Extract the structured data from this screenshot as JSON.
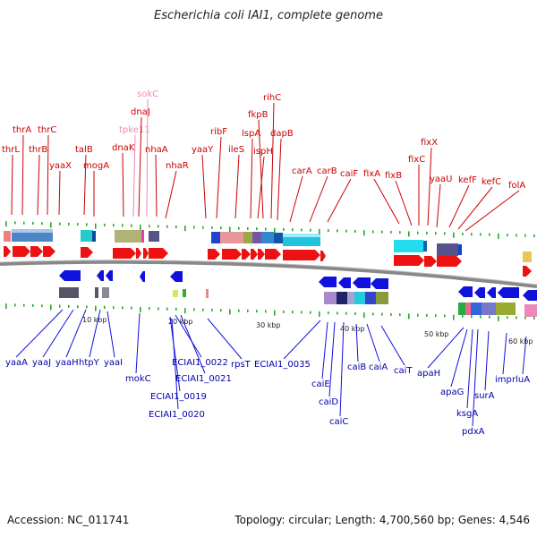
{
  "title": "Escherichia coli IAI1, complete genome",
  "footer": {
    "accession": "Accession: NC_011741",
    "topology": "Topology: circular; Length: 4,700,560 bp; Genes: 4,546"
  },
  "colors": {
    "forward_gene": "#ee1111",
    "reverse_gene": "#1111dd",
    "label_forward": "#cc0000",
    "label_reverse": "#0000aa",
    "label_rna": "#ee88bb",
    "backbone": "#666666",
    "tick": "#22aa22"
  },
  "scale_ticks": [
    "10 kbp",
    "20 kbp",
    "30 kbp",
    "40 kbp",
    "50 kbp",
    "60 kbp"
  ],
  "forward_labels": [
    "thrL",
    "thrA",
    "thrB",
    "thrC",
    "yaaX",
    "talB",
    "mogA",
    "dnaK",
    "tpke11",
    "dnaJ",
    "sokC",
    "nhaA",
    "nhaR",
    "yaaY",
    "ribF",
    "ileS",
    "lspA",
    "ispH",
    "fkpB",
    "rihC",
    "dapB",
    "carA",
    "carB",
    "caiF",
    "fixA",
    "fixB",
    "fixC",
    "fixX",
    "yaaU",
    "kefF",
    "kefC",
    "folA"
  ],
  "reverse_labels": [
    "yaaA",
    "yaaJ",
    "yaaH",
    "htpY",
    "yaaI",
    "mokC",
    "ECIAI1_0022",
    "ECIAI1_0021",
    "ECIAI1_0019",
    "ECIAI1_0020",
    "rpsT",
    "ECIAI1_0035",
    "caiE",
    "caiD",
    "caiC",
    "caiB",
    "caiA",
    "caiT",
    "apaH",
    "apaG",
    "ksgA",
    "pdxA",
    "surA",
    "imp",
    "rluA"
  ]
}
